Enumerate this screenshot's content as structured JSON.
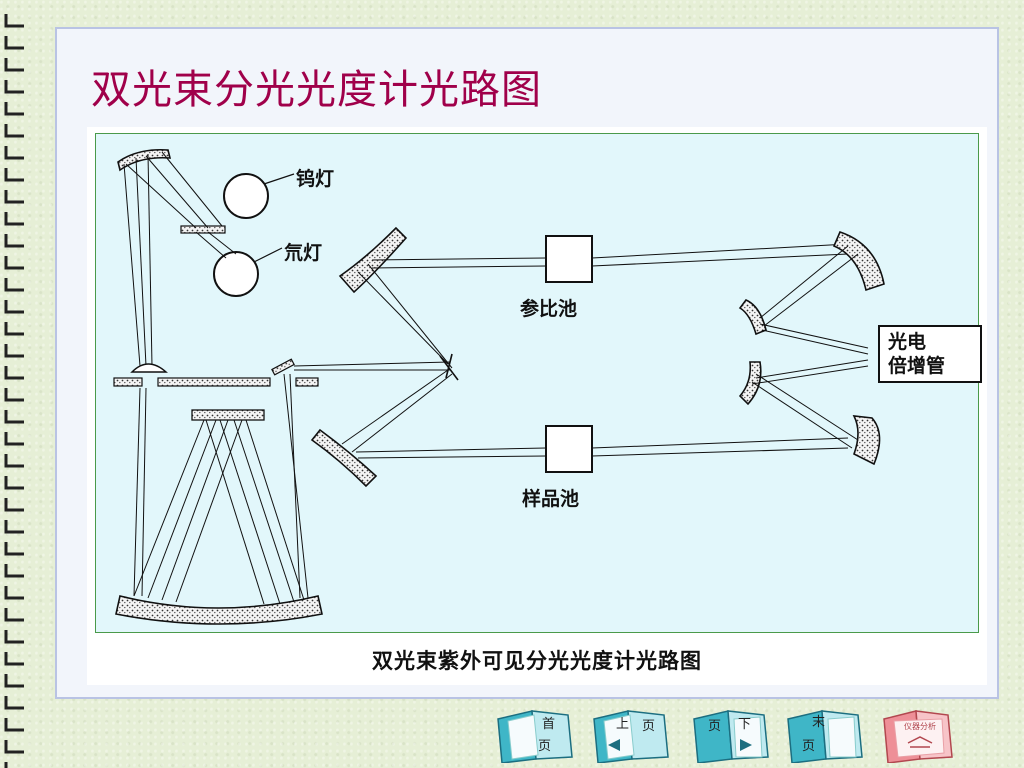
{
  "slide": {
    "title": "双光束分光光度计光路图",
    "caption": "双光束紫外可见分光光度计光路图"
  },
  "diagram": {
    "labels": {
      "tungsten_lamp": "钨灯",
      "deuterium_lamp": "氘灯",
      "reference_cell": "参比池",
      "sample_cell": "样品池",
      "detector_line1": "光电",
      "detector_line2": "倍增管"
    }
  },
  "nav": {
    "first": {
      "top": "首",
      "bottom": "页"
    },
    "prev": {
      "left": "上",
      "right": "页"
    },
    "next": {
      "left": "页",
      "right": "下"
    },
    "last": {
      "top": "末",
      "bottom": "页"
    },
    "home": {
      "label": "仪器分析"
    }
  },
  "colors": {
    "title": "#a0004a",
    "slide_bg": "#f2f5fb",
    "slide_border": "#b9c3e4",
    "diagram_bg": "#e2f7fb",
    "diagram_border": "#4a9a4a",
    "nav_book": "#3fb6c7",
    "nav_home": "#ee8f97"
  }
}
